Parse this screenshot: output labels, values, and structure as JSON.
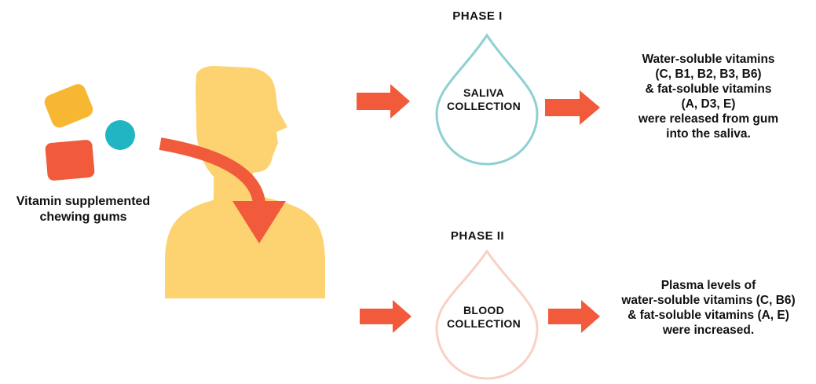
{
  "supplement": {
    "label_lines": [
      "Vitamin supplemented",
      "chewing gums"
    ],
    "gum_colors": [
      "#F7B733",
      "#F15A3B",
      "#21B5C4"
    ]
  },
  "person": {
    "color": "#FDD372"
  },
  "arrow_color": "#F15A3B",
  "phase1": {
    "title": "PHASE I",
    "drop_label_lines": [
      "SALIVA",
      "COLLECTION"
    ],
    "drop_color": "#8ED0D2",
    "result_lines": [
      "Water-soluble vitamins",
      "(C, B1, B2, B3, B6)",
      "& fat-soluble vitamins",
      "(A, D3, E)",
      "were released from gum",
      "into the saliva."
    ]
  },
  "phase2": {
    "title": "PHASE II",
    "drop_label_lines": [
      "BLOOD",
      "COLLECTION"
    ],
    "drop_color": "#F9D0C4",
    "result_lines": [
      "Plasma levels of",
      "water-soluble vitamins (C, B6)",
      "& fat-soluble vitamins (A, E)",
      "were increased."
    ]
  }
}
